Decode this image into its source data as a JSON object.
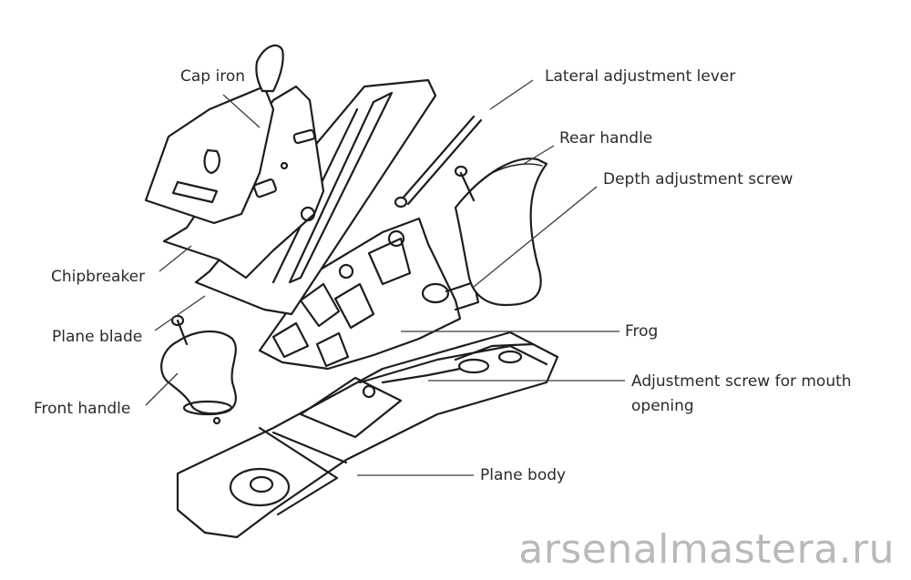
{
  "labels": {
    "cap_iron": "Cap iron",
    "lateral_lever": "Lateral adjustment lever",
    "rear_handle": "Rear handle",
    "depth_screw": "Depth adjustment screw",
    "chipbreaker": "Chipbreaker",
    "plane_blade": "Plane blade",
    "front_handle": "Front handle",
    "frog": "Frog",
    "mouth_screw_line1": "Adjustment screw for mouth",
    "mouth_screw_line2": "opening",
    "plane_body": "Plane body"
  },
  "watermark": "arsenalmastera.ru"
}
